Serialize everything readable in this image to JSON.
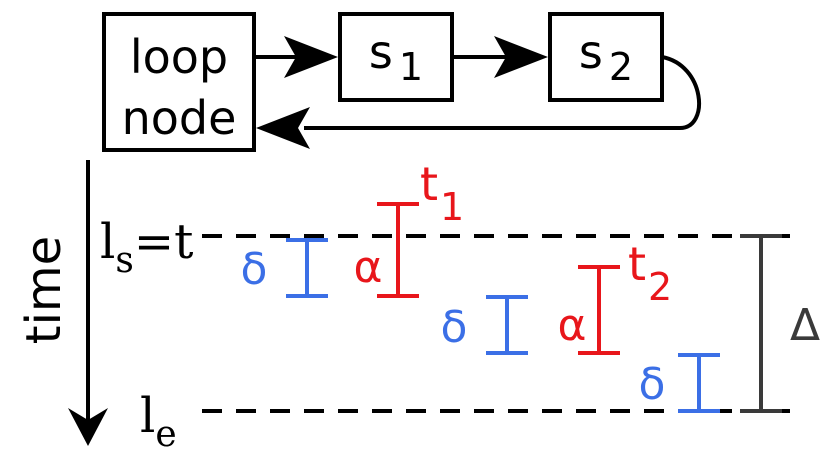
{
  "flow": {
    "loop_node_line1": "loop",
    "loop_node_line2": "node",
    "s1_base": "s",
    "s1_sub": "1",
    "s2_base": "s",
    "s2_sub": "2"
  },
  "timeline": {
    "time_label": "time",
    "ls_base": "l",
    "ls_sub": "s",
    "ls_suffix": "=t",
    "le_base": "l",
    "le_sub": "e",
    "delta_symbol": "δ",
    "alpha_symbol": "α",
    "t1_base": "t",
    "t1_sub": "1",
    "t2_base": "t",
    "t2_sub": "2",
    "big_delta": "Δ"
  },
  "colors": {
    "black": "#000000",
    "blue": "#3b6fe6",
    "red": "#e8161b",
    "gray": "#3a3a3a"
  }
}
